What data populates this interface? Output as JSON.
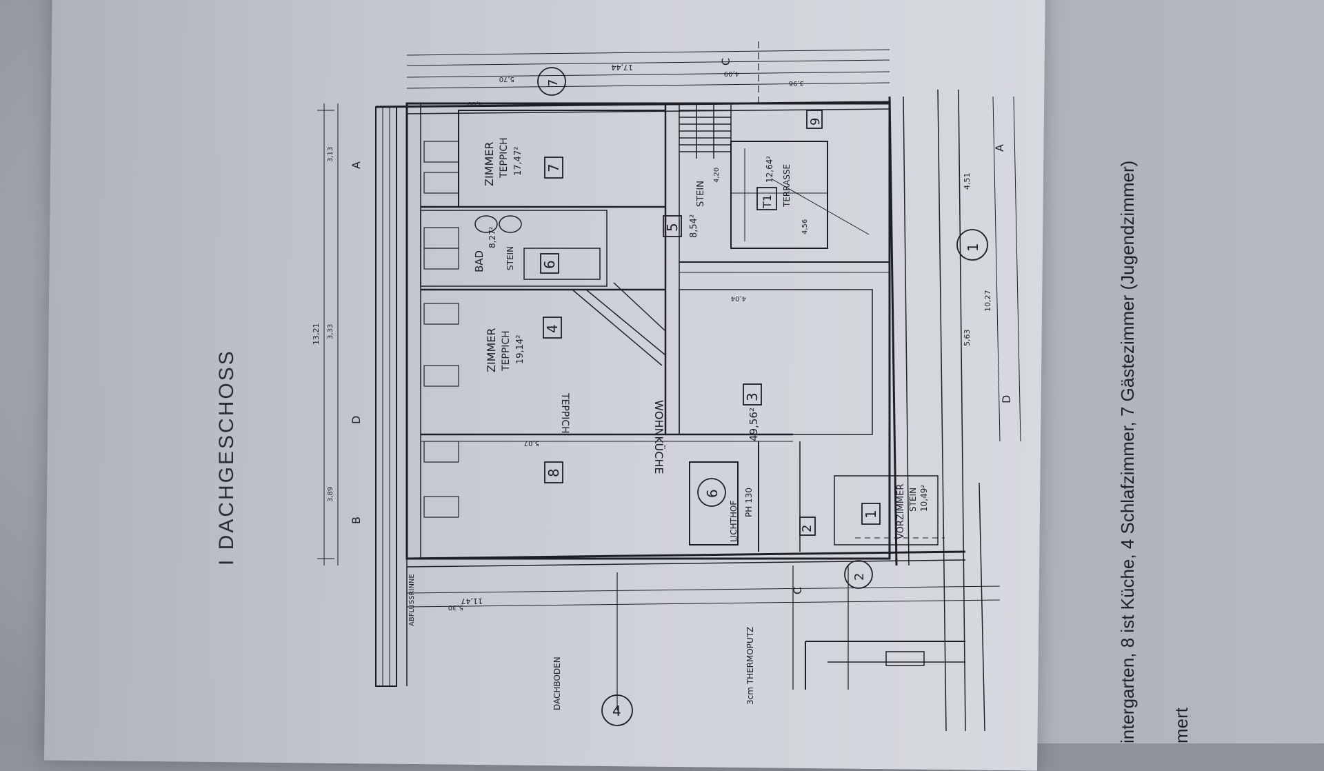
{
  "document": {
    "title": "I DACHGESCHOSS",
    "caption_line1": "intergarten, 8 ist Küche, 4 Schlafzimmer, 7 Gästezimmer (Jugendzimmer)",
    "caption_line2": "mert"
  },
  "rooms": {
    "r7": {
      "number": "7",
      "name": "ZIMMER",
      "floor": "TEPPICH",
      "area": "17,47²"
    },
    "r4": {
      "number": "4",
      "name": "ZIMMER",
      "floor": "TEPPICH",
      "area": "19,14²"
    },
    "r8": {
      "number": "8"
    },
    "r3": {
      "number": "3",
      "name": "WOHNKÜCHE",
      "floor": "TEPPICH",
      "area": "49,56²"
    },
    "r5": {
      "number": "5",
      "floor": "STEIN",
      "area": "8,54²"
    },
    "r6a": {
      "number": "6",
      "name": "BAD",
      "floor": "STEIN",
      "area": "8,27²"
    },
    "r6b": {
      "number": "6",
      "name": "LICHTHOF",
      "extra": "PH 130"
    },
    "r1": {
      "number": "1",
      "name": "VORZIMMER",
      "floor": "STEIN",
      "area": "10,49²"
    },
    "r2": {
      "number": "2"
    },
    "r9": {
      "number": "9"
    },
    "t1": {
      "number": "T1",
      "area": "12,64²",
      "name": "TERRASSE"
    }
  },
  "labels": {
    "dachboden": "DACHBODEN",
    "thermoputz": "3cm THERMOPUTZ",
    "ablussrinne": "ABFLUSSRINNE",
    "axis4": "4",
    "axis1": "1",
    "axis2": "2",
    "axis7": "7",
    "sectionA": "A",
    "sectionB": "B",
    "sectionC": "C",
    "sectionD": "D"
  },
  "dimensions": {
    "d1321": "13,21",
    "d1744": "17,44",
    "d1147": "11,47",
    "d1027": "10,27",
    "d563": "5,63",
    "d451": "4,51",
    "d389": "3,89",
    "d333": "3,33",
    "d313": "3,13",
    "d404": "4,04",
    "d420": "4,20",
    "d530": "5,30",
    "d507": "5,07",
    "d456": "4,56",
    "d400": "4,00",
    "d396": "3,96",
    "d409": "4,09",
    "d570": "5,70"
  }
}
